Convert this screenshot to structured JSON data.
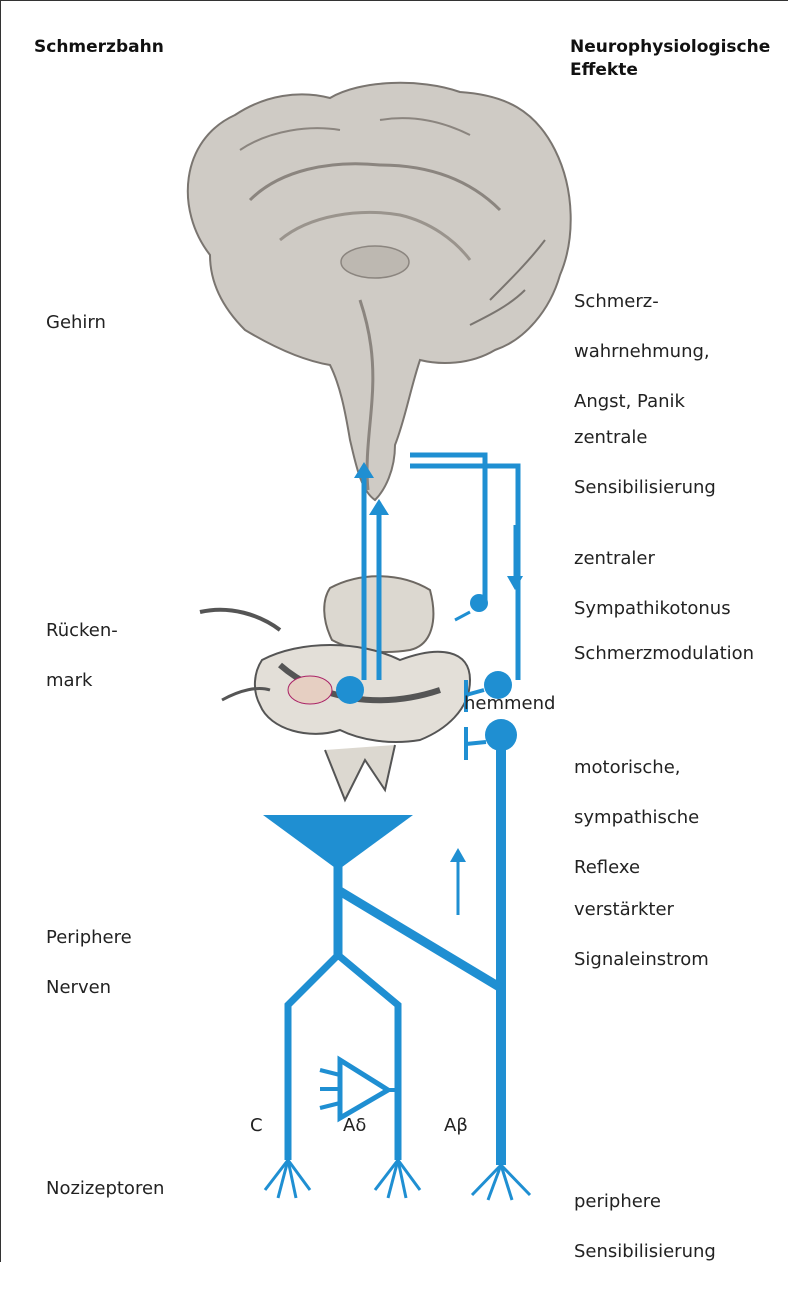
{
  "headers": {
    "left": "Schmerzbahn",
    "right_line1": "Neurophysiologische",
    "right_line2": "Effekte"
  },
  "pathway_labels": {
    "brain": "Gehirn",
    "spinal_cord_line1": "Rücken-",
    "spinal_cord_line2": "mark",
    "peripheral_nerves_line1": "Periphere",
    "peripheral_nerves_line2": "Nerven",
    "nociceptors": "Nozizeptoren"
  },
  "effects": {
    "perception_line1": "Schmerz-",
    "perception_line2": "wahrnehmung,",
    "perception_line3": "Angst, Panik",
    "central_sens_line1": "zentrale",
    "central_sens_line2": "Sensibilisierung",
    "sympathetic_line1": "zentraler",
    "sympathetic_line2": "Sympathikotonus",
    "modulation": "Schmerzmodulation",
    "reflexes_line1": "motorische,",
    "reflexes_line2": "sympathische",
    "reflexes_line3": "Reflexe",
    "signal_line1": "verstärkter",
    "signal_line2": "Signaleinstrom",
    "peripheral_sens_line1": "periphere",
    "peripheral_sens_line2": "Sensibilisierung"
  },
  "inhibitory_label": "hemmend",
  "fibers": {
    "c": "C",
    "a_delta": "Aδ",
    "a_beta": "Aβ"
  },
  "colors": {
    "pathway": "#1f8fd2",
    "brain": "#cfcbc5",
    "bone": "#dcd8d0"
  }
}
